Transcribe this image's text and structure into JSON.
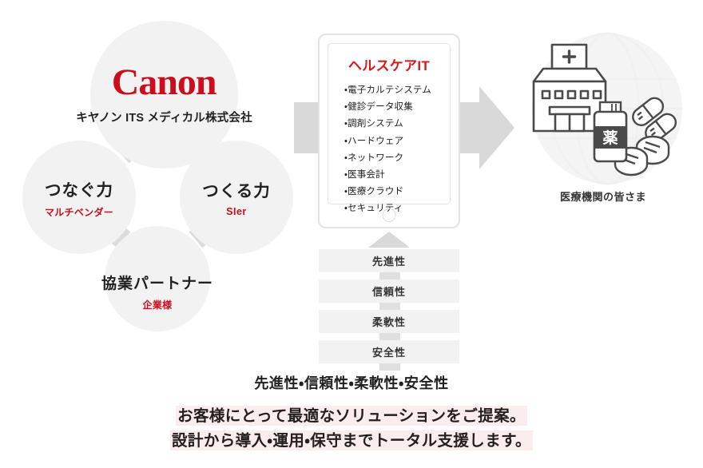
{
  "company": {
    "logo_text": "Canon",
    "logo_color": "#cc0d1e",
    "name": "キヤノン ITS メディカル株式会社"
  },
  "capability_circles": [
    {
      "title": "つなぐ力",
      "subtitle": "マルチベンダー"
    },
    {
      "title": "つくる力",
      "subtitle": "SIer"
    },
    {
      "title": "協業パートナー",
      "subtitle": "企業様"
    }
  ],
  "tablet": {
    "title": "ヘルスケアIT",
    "title_color": "#d8181d",
    "items": [
      "電子カルテシステム",
      "健診データ収集",
      "調剤システム",
      "ハードウェア",
      "ネットワーク",
      "医事会計",
      "医療クラウド",
      "セキュリティ"
    ]
  },
  "value_bars": [
    "先進性",
    "信頼性",
    "柔軟性",
    "安全性"
  ],
  "summary": {
    "values_line": "先進性・信頼性・柔軟性・安全性",
    "highlight_line_1": "お客様にとって最適なソリューションをご提案。",
    "highlight_line_2": "設計から導入・運用・保守までトータル支援します。",
    "highlight_color": "#fbeced"
  },
  "recipient": {
    "label": "医療機関の皆さま",
    "bottle_label": "薬"
  },
  "icons": {
    "flow_arrow": "right-arrow-icon",
    "up_arrow": "up-arrow-icon",
    "hospital": "hospital-icon",
    "cross": "medical-cross-icon",
    "medicine_bottle": "medicine-bottle-icon",
    "pills": "pills-icon",
    "globe": "globe-icon",
    "home_button": "tablet-home-button-icon"
  },
  "colors": {
    "canon_red": "#cc0d1e",
    "circle_fill": "#f2f2f2",
    "arrow_gray": "#d9d9d9",
    "bar_gray": "#f2f2f2",
    "icon_stroke": "#4a4a4a"
  }
}
